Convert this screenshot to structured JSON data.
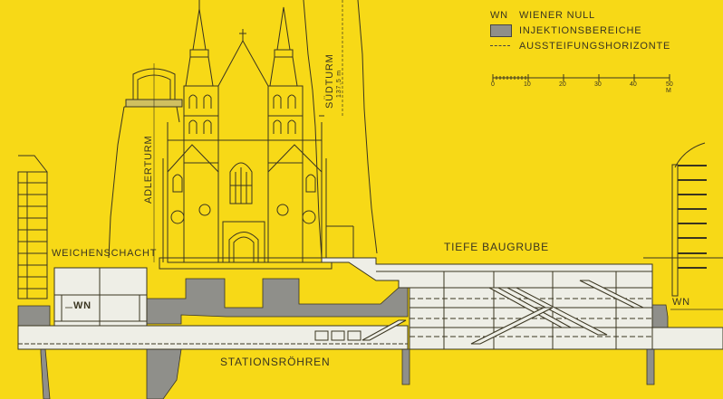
{
  "colors": {
    "background": "#f7d917",
    "injection_zone": "#8f8f8a",
    "structure_fill": "#eeeee6",
    "line": "#3a3520"
  },
  "legend": {
    "items": [
      {
        "key": "WN",
        "label": "WIENER NULL",
        "symbol": "text"
      },
      {
        "key": "",
        "label": "INJEKTIONSBEREICHE",
        "symbol": "gray-box"
      },
      {
        "key": "",
        "label": "AUSSTEIFUNGSHORIZONTE",
        "symbol": "dash-line"
      }
    ],
    "scale": {
      "ticks": [
        "0",
        "10",
        "20",
        "30",
        "40",
        "50 M"
      ],
      "unit": "M"
    }
  },
  "labels": {
    "adlerturm": "ADLERTURM",
    "suedturm": "SÜDTURM",
    "suedturm_height": "137,5 m",
    "weichenschacht": "WEICHENSCHACHT",
    "tiefe_baugrube": "TIEFE BAUGRUBE",
    "stationsroehren": "STATIONSRÖHREN",
    "wn_left": "WN",
    "wn_right": "WN"
  }
}
